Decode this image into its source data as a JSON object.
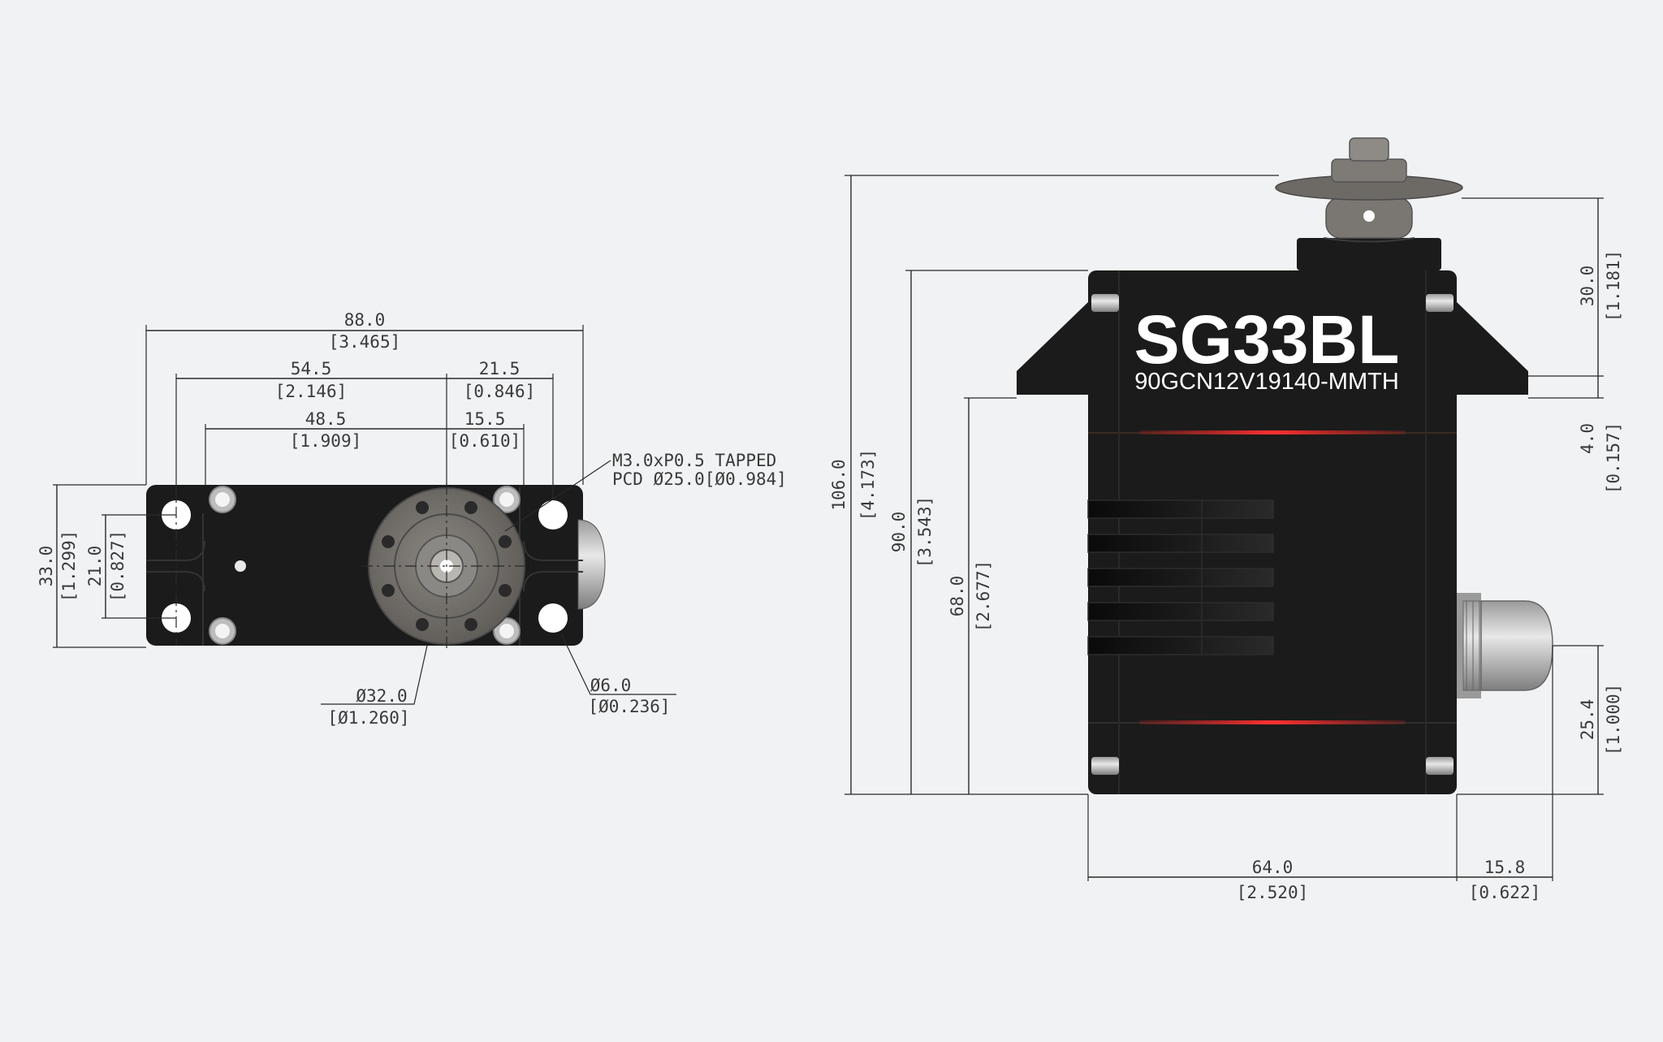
{
  "product": {
    "brand": "SG33BL",
    "model": "90GCN12V19140-MMTH"
  },
  "colors": {
    "background": "#f1f2f4",
    "body": "#1b1b1b",
    "accent_red": "#e02424",
    "horn": "#6d6a66",
    "metal": "#c8c8c8"
  },
  "top_view": {
    "width": {
      "mm": "88.0",
      "in": "[3.465]"
    },
    "hole_span": {
      "mm": "54.5",
      "in": "[2.146]"
    },
    "horn_offset": {
      "mm": "21.5",
      "in": "[0.846]"
    },
    "inner_span": {
      "mm": "48.5",
      "in": "[1.909]"
    },
    "inner_offset": {
      "mm": "15.5",
      "in": "[0.610]"
    },
    "height": {
      "mm": "33.0",
      "in": "[1.299]"
    },
    "hole_pitch": {
      "mm": "21.0",
      "in": "[0.827]"
    },
    "tapped_note_line1": "M3.0xP0.5 TAPPED",
    "tapped_note_line2": "PCD Ø25.0[Ø0.984]",
    "horn_dia": {
      "mm": "Ø32.0",
      "in": "[Ø1.260]"
    },
    "hole_dia": {
      "mm": "Ø6.0",
      "in": "[Ø0.236]"
    }
  },
  "side_view": {
    "total_height": {
      "mm": "106.0",
      "in": "[4.173]"
    },
    "body_height": {
      "mm": "90.0",
      "in": "[3.543]"
    },
    "flange_height": {
      "mm": "68.0",
      "in": "[2.677]"
    },
    "shaft_height": {
      "mm": "30.0",
      "in": "[1.181]"
    },
    "flange_thickness": {
      "mm": "4.0",
      "in": "[0.157]"
    },
    "cable_height": {
      "mm": "25.4",
      "in": "[1.000]"
    },
    "body_width": {
      "mm": "64.0",
      "in": "[2.520]"
    },
    "cable_depth": {
      "mm": "15.8",
      "in": "[0.622]"
    }
  }
}
